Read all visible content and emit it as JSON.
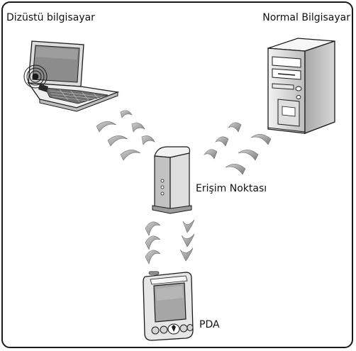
{
  "labels": {
    "laptop": "Dizüstü bilgisayar",
    "desktop": "Normal Bilgisayar",
    "access_point": "Erişim Noktası",
    "pda": "PDA"
  },
  "colors": {
    "outline": "#1a1a1a",
    "device_light": "#e6e6e6",
    "device_mid": "#bdbdbd",
    "device_dark": "#4a4a4a",
    "wave": "#8a8a8a",
    "wave_light": "#c9c9c9"
  }
}
